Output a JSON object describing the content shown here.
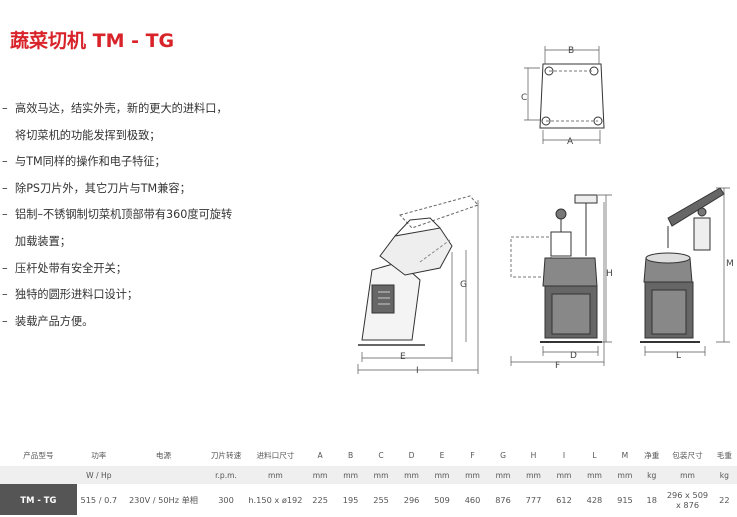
{
  "title": "蔬菜切机 TM - TG",
  "features": [
    {
      "dash": "–",
      "text": "高效马达，结实外壳，新的更大的进料口，"
    },
    {
      "dash": "",
      "text": "将切菜机的功能发挥到极致；"
    },
    {
      "dash": "–",
      "text": "与TM同样的操作和电子特征；"
    },
    {
      "dash": "–",
      "text": "除PS刀片外，其它刀片与TM兼容；"
    },
    {
      "dash": "–",
      "text": "铝制–不锈钢制切菜机顶部带有360度可旋转"
    },
    {
      "dash": "",
      "text": "加载装置；"
    },
    {
      "dash": "–",
      "text": "压杆处带有安全开关；"
    },
    {
      "dash": "–",
      "text": "独特的圆形进料口设计；"
    },
    {
      "dash": "–",
      "text": "装载产品方便。"
    }
  ],
  "drawing_labels": {
    "A": "A",
    "B": "B",
    "C": "C",
    "D": "D",
    "E": "E",
    "F": "F",
    "G": "G",
    "H": "H",
    "I": "I",
    "L": "L",
    "M": "M"
  },
  "table": {
    "headers": [
      "产品型号",
      "功率",
      "电源",
      "刀片转速",
      "进料口尺寸",
      "A",
      "B",
      "C",
      "D",
      "E",
      "F",
      "G",
      "H",
      "I",
      "L",
      "M",
      "净重",
      "包装尺寸",
      "毛重"
    ],
    "units": [
      "",
      "W / Hp",
      "",
      "r.p.m.",
      "mm",
      "mm",
      "mm",
      "mm",
      "mm",
      "mm",
      "mm",
      "mm",
      "mm",
      "mm",
      "mm",
      "mm",
      "kg",
      "mm",
      "kg"
    ],
    "row": {
      "model": "TM - TG",
      "cells": [
        "515 / 0.7",
        "230V / 50Hz 单相",
        "300",
        "h.150 x ø192",
        "225",
        "195",
        "255",
        "296",
        "509",
        "460",
        "876",
        "777",
        "612",
        "428",
        "915",
        "18"
      ],
      "pack_line1": "296 x 509",
      "pack_line2": "x 876",
      "gross": "22"
    }
  },
  "colors": {
    "title": "#d8232a",
    "model_cell": "#555555",
    "unit_row": "#efefef"
  }
}
